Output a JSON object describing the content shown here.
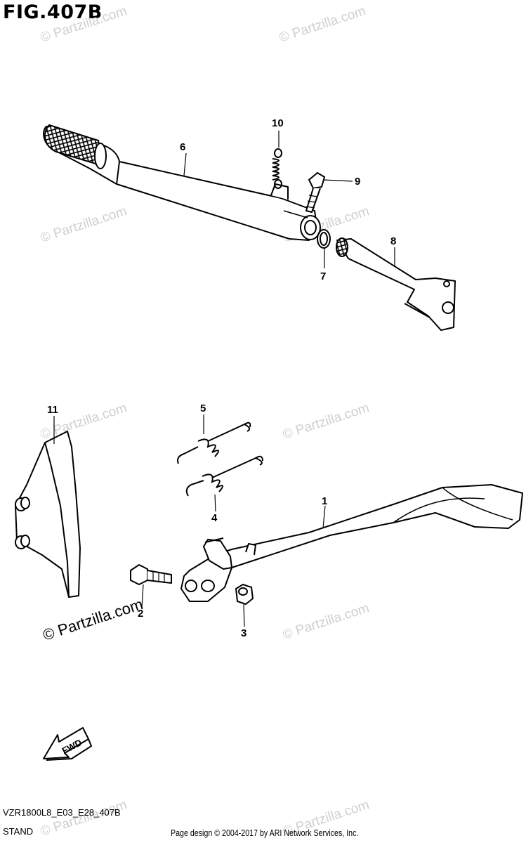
{
  "figure_title": "FIG.407B",
  "diagram_code": "VZR1800L8_E03_E28_407B",
  "section_name": "STAND",
  "credit": "Page design © 2004-2017 by ARI Network Services, Inc.",
  "fwd_label": "FWD",
  "watermark": "© Partzilla.com",
  "callouts": {
    "c1": "1",
    "c2": "2",
    "c3": "3",
    "c4": "4",
    "c5": "5",
    "c6": "6",
    "c7": "7",
    "c8": "8",
    "c9": "9",
    "c10": "10",
    "c11": "11"
  }
}
